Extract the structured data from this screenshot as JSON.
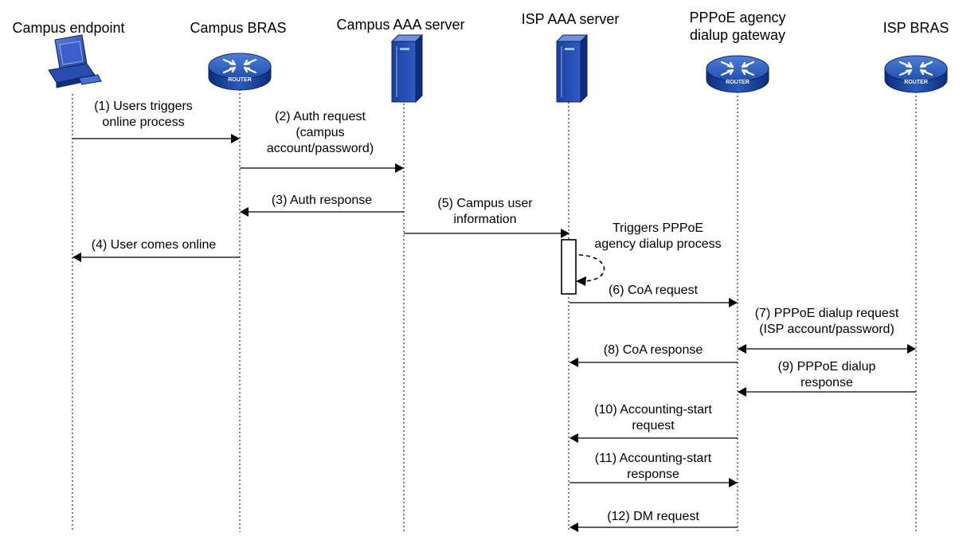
{
  "participants": [
    {
      "id": "endpoint",
      "title": [
        "Campus endpoint"
      ],
      "icon": "computer-icon"
    },
    {
      "id": "campus_bras",
      "title": [
        "Campus BRAS"
      ],
      "icon": "router-icon",
      "icon_text": "ROUTER"
    },
    {
      "id": "campus_aaa",
      "title": [
        "Campus AAA server"
      ],
      "icon": "server-icon"
    },
    {
      "id": "isp_aaa",
      "title": [
        "ISP AAA server"
      ],
      "icon": "server-icon"
    },
    {
      "id": "pppoe_gw",
      "title": [
        "PPPoE agency",
        "dialup gateway"
      ],
      "icon": "router-icon",
      "icon_text": "ROUTER"
    },
    {
      "id": "isp_bras",
      "title": [
        "ISP BRAS"
      ],
      "icon": "router-icon",
      "icon_text": "ROUTER"
    }
  ],
  "messages": [
    {
      "id": "m1",
      "from": "endpoint",
      "to": "campus_bras",
      "label": [
        "(1) Users triggers",
        "online process"
      ]
    },
    {
      "id": "m2",
      "from": "campus_bras",
      "to": "campus_aaa",
      "label": [
        "(2) Auth request",
        "(campus",
        "account/password)"
      ]
    },
    {
      "id": "m3",
      "from": "campus_aaa",
      "to": "campus_bras",
      "label": [
        "(3) Auth response"
      ]
    },
    {
      "id": "m4",
      "from": "campus_bras",
      "to": "endpoint",
      "label": [
        "(4) User comes online"
      ]
    },
    {
      "id": "m5",
      "from": "campus_aaa",
      "to": "isp_aaa",
      "label": [
        "(5) Campus user",
        "information"
      ]
    },
    {
      "id": "self",
      "from": "isp_aaa",
      "to": "isp_aaa",
      "label": [
        "Triggers PPPoE",
        "agency dialup process"
      ]
    },
    {
      "id": "m6",
      "from": "isp_aaa",
      "to": "pppoe_gw",
      "label": [
        "(6) CoA request"
      ]
    },
    {
      "id": "m7",
      "from": "pppoe_gw",
      "to": "isp_bras",
      "label": [
        "(7) PPPoE dialup request",
        "(ISP account/password)"
      ],
      "bidirectional": true
    },
    {
      "id": "m8",
      "from": "pppoe_gw",
      "to": "isp_aaa",
      "label": [
        "(8) CoA response"
      ]
    },
    {
      "id": "m9",
      "from": "isp_bras",
      "to": "pppoe_gw",
      "label": [
        "(9) PPPoE dialup",
        "response"
      ]
    },
    {
      "id": "m10",
      "from": "pppoe_gw",
      "to": "isp_aaa",
      "label": [
        "(10) Accounting-start",
        "request"
      ]
    },
    {
      "id": "m11",
      "from": "isp_aaa",
      "to": "pppoe_gw",
      "label": [
        "(11) Accounting-start",
        "response"
      ]
    },
    {
      "id": "m12",
      "from": "pppoe_gw",
      "to": "isp_aaa",
      "label": [
        "(12) DM request"
      ]
    }
  ]
}
